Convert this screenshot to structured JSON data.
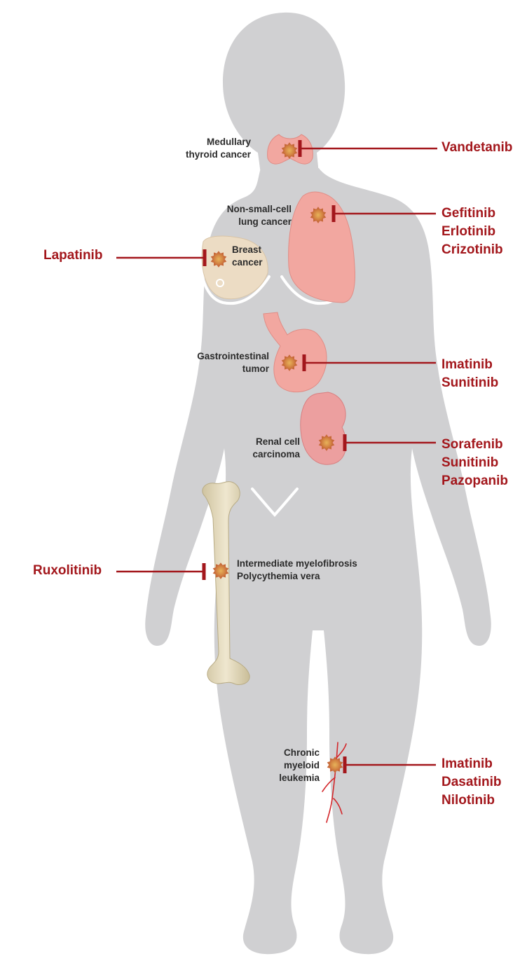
{
  "colors": {
    "body": "#d0d0d2",
    "drug_text": "#a3171c",
    "inhibitor_line": "#a3171c",
    "label_text": "#2b2b2b",
    "organ_pink": "#f2a7a0",
    "tumor": "#c96a3c",
    "bone": "#e6dcc0",
    "vessel": "#d3262a"
  },
  "annotations": [
    {
      "id": "thyroid",
      "icon": "thyroid-icon",
      "disease_lines": [
        "Medullary",
        "thyroid cancer"
      ],
      "drugs": [
        "Vandetanib"
      ]
    },
    {
      "id": "lung",
      "icon": "lung-icon",
      "disease_lines": [
        "Non-small-cell",
        "lung cancer"
      ],
      "drugs": [
        "Gefitinib",
        "Erlotinib",
        "Crizotinib"
      ]
    },
    {
      "id": "breast",
      "icon": "breast-icon",
      "disease_lines": [
        "Breast",
        "cancer"
      ],
      "drugs": [
        "Lapatinib"
      ]
    },
    {
      "id": "stomach",
      "icon": "stomach-icon",
      "disease_lines": [
        "Gastrointestinal",
        "tumor"
      ],
      "drugs": [
        "Imatinib",
        "Sunitinib"
      ]
    },
    {
      "id": "kidney",
      "icon": "kidney-icon",
      "disease_lines": [
        "Renal cell",
        "carcinoma"
      ],
      "drugs": [
        "Sorafenib",
        "Sunitinib",
        "Pazopanib"
      ]
    },
    {
      "id": "bone",
      "icon": "femur-icon",
      "disease_lines": [
        "Intermediate myelofibrosis",
        "Polycythemia vera"
      ],
      "drugs": [
        "Ruxolitinib"
      ]
    },
    {
      "id": "blood",
      "icon": "blood-vessel-icon",
      "disease_lines": [
        "Chronic",
        "myeloid",
        "leukemia"
      ],
      "drugs": [
        "Imatinib",
        "Dasatinib",
        "Nilotinib"
      ]
    }
  ]
}
